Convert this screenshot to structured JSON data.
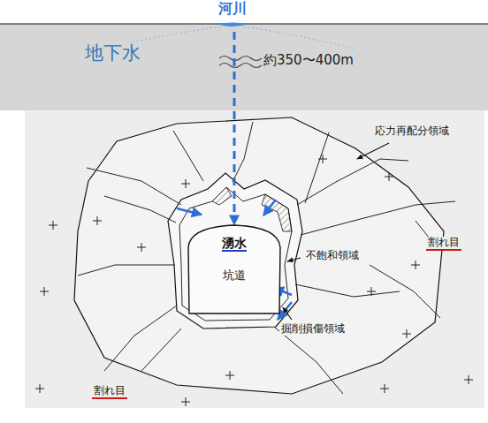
{
  "diagram": {
    "nodes": [
      {
        "text": [
          "河川"
        ]
      },
      {
        "text": [
          "湧水",
          "坑道"
        ]
      }
    ],
    "edges": [
      {
        "from": 0,
        "to": 1,
        "arrow": "to"
      }
    ],
    "labels": [
      "地下水",
      "約350〜400m",
      "応力再配分領域",
      "割れ目",
      "不飽和領域",
      "掘削損傷領域",
      "割れ目"
    ]
  }
}
